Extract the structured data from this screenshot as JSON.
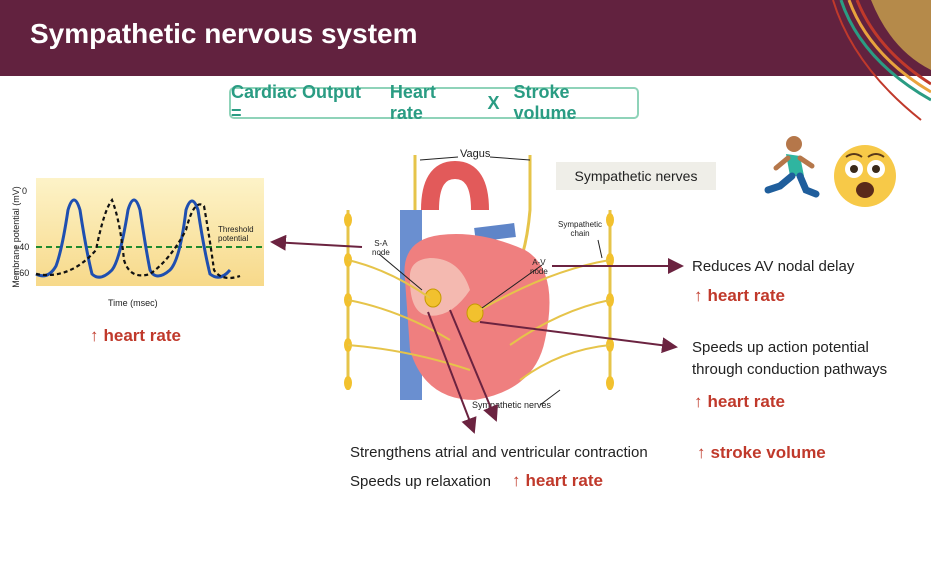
{
  "header": {
    "title": "Sympathetic nervous system"
  },
  "formula": {
    "lhs": "Cardiac Output =",
    "term1": "Heart rate",
    "op": "X",
    "term2": "Stroke volume"
  },
  "graph": {
    "ylabel": "Membrane potential (mV)",
    "xlabel": "Time (msec)",
    "ticks": [
      "0",
      "−40",
      "−60"
    ],
    "threshold_label_1": "Threshold",
    "threshold_label_2": "potential"
  },
  "heart": {
    "vagus": "Vagus",
    "sa_1": "S-A",
    "sa_2": "node",
    "av_1": "A-V",
    "av_2": "node",
    "sym_chain_1": "Sympathetic",
    "sym_chain_2": "chain",
    "sym_nerves_small": "Sympathetic nerves"
  },
  "sym_nerves_box": "Sympathetic nerves",
  "effects": {
    "left_hr": "heart rate",
    "av_delay": "Reduces AV nodal delay",
    "av_hr": "heart rate",
    "speeds_1": "Speeds up action potential",
    "speeds_2": "through conduction pathways",
    "speeds_hr": "heart rate",
    "strengthens": "Strengthens  atrial and ventricular contraction",
    "sv": "stroke volume",
    "relax": "Speeds up relaxation",
    "relax_hr": "heart rate"
  },
  "arrow_symbol": "↑",
  "colors": {
    "header": "#62223f",
    "accent_green": "#2a9c83",
    "accent_red": "#c0392b",
    "arrow": "#6b2340"
  }
}
